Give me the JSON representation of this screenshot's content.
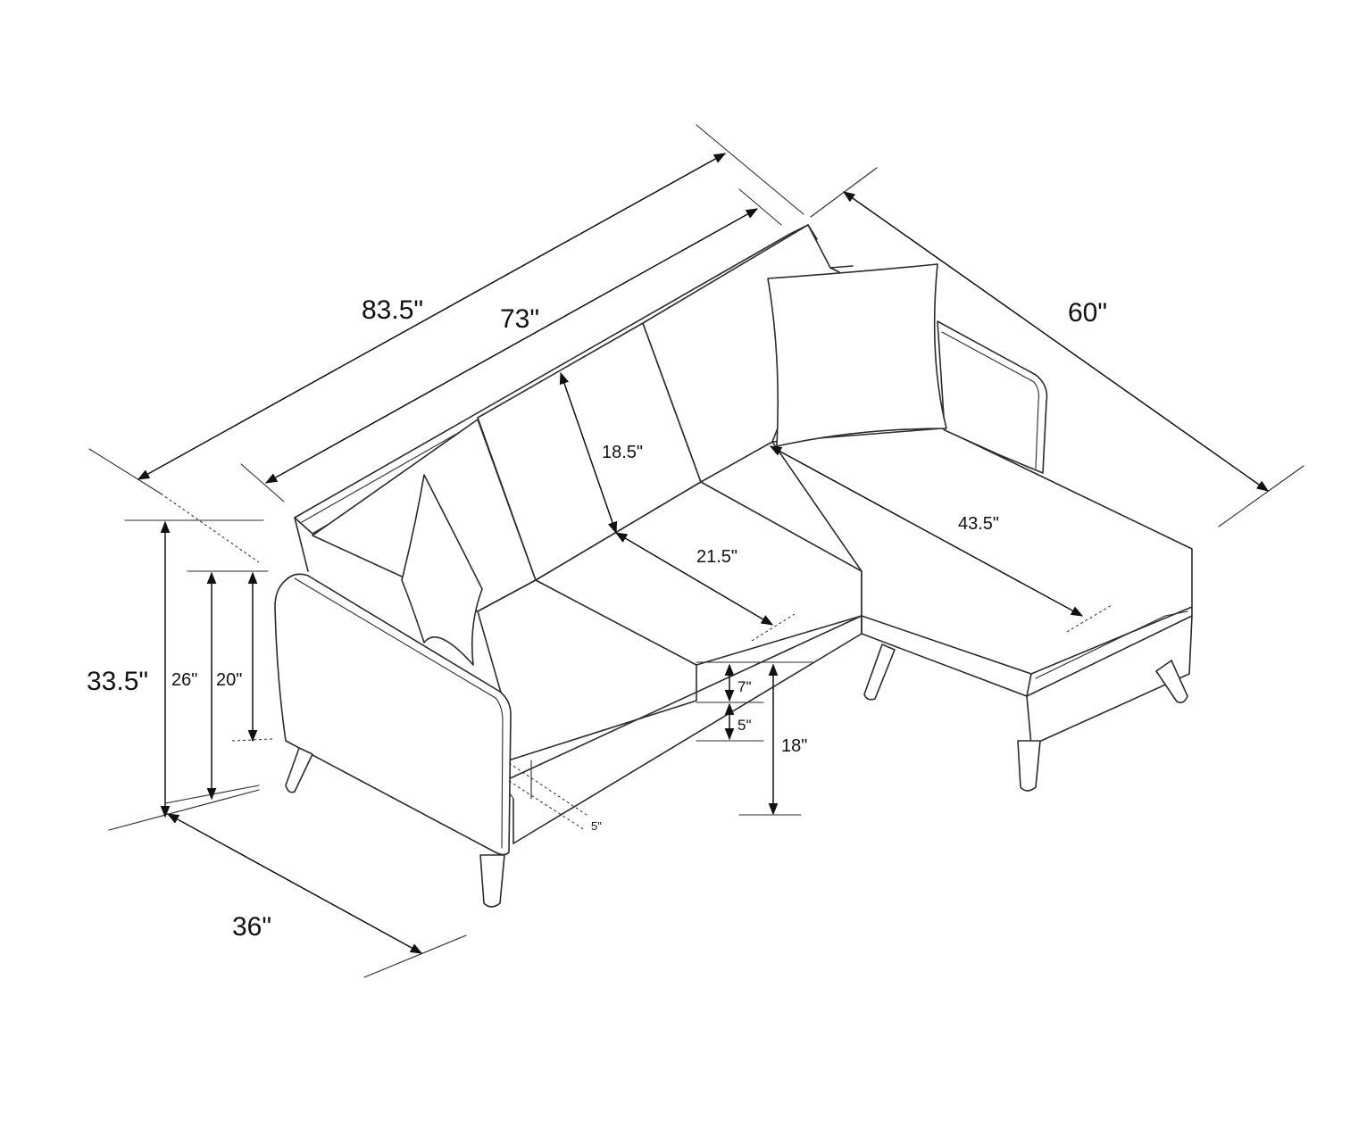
{
  "dimensions": {
    "overall_length": "83.5\"",
    "sofa_width": "73\"",
    "chaise_length": "60\"",
    "back_height": "18.5\"",
    "seat_depth": "21.5\"",
    "chaise_seat_depth": "43.5\"",
    "overall_height": "33.5\"",
    "arm_height": "26\"",
    "arm_to_floor_inner": "20\"",
    "cushion_thickness": "7\"",
    "base_thickness": "5\"",
    "seat_height": "18\"",
    "clearance": "5\"",
    "overall_depth": "36\""
  },
  "colors": {
    "stroke": "#2b2b2b",
    "background": "#ffffff"
  }
}
